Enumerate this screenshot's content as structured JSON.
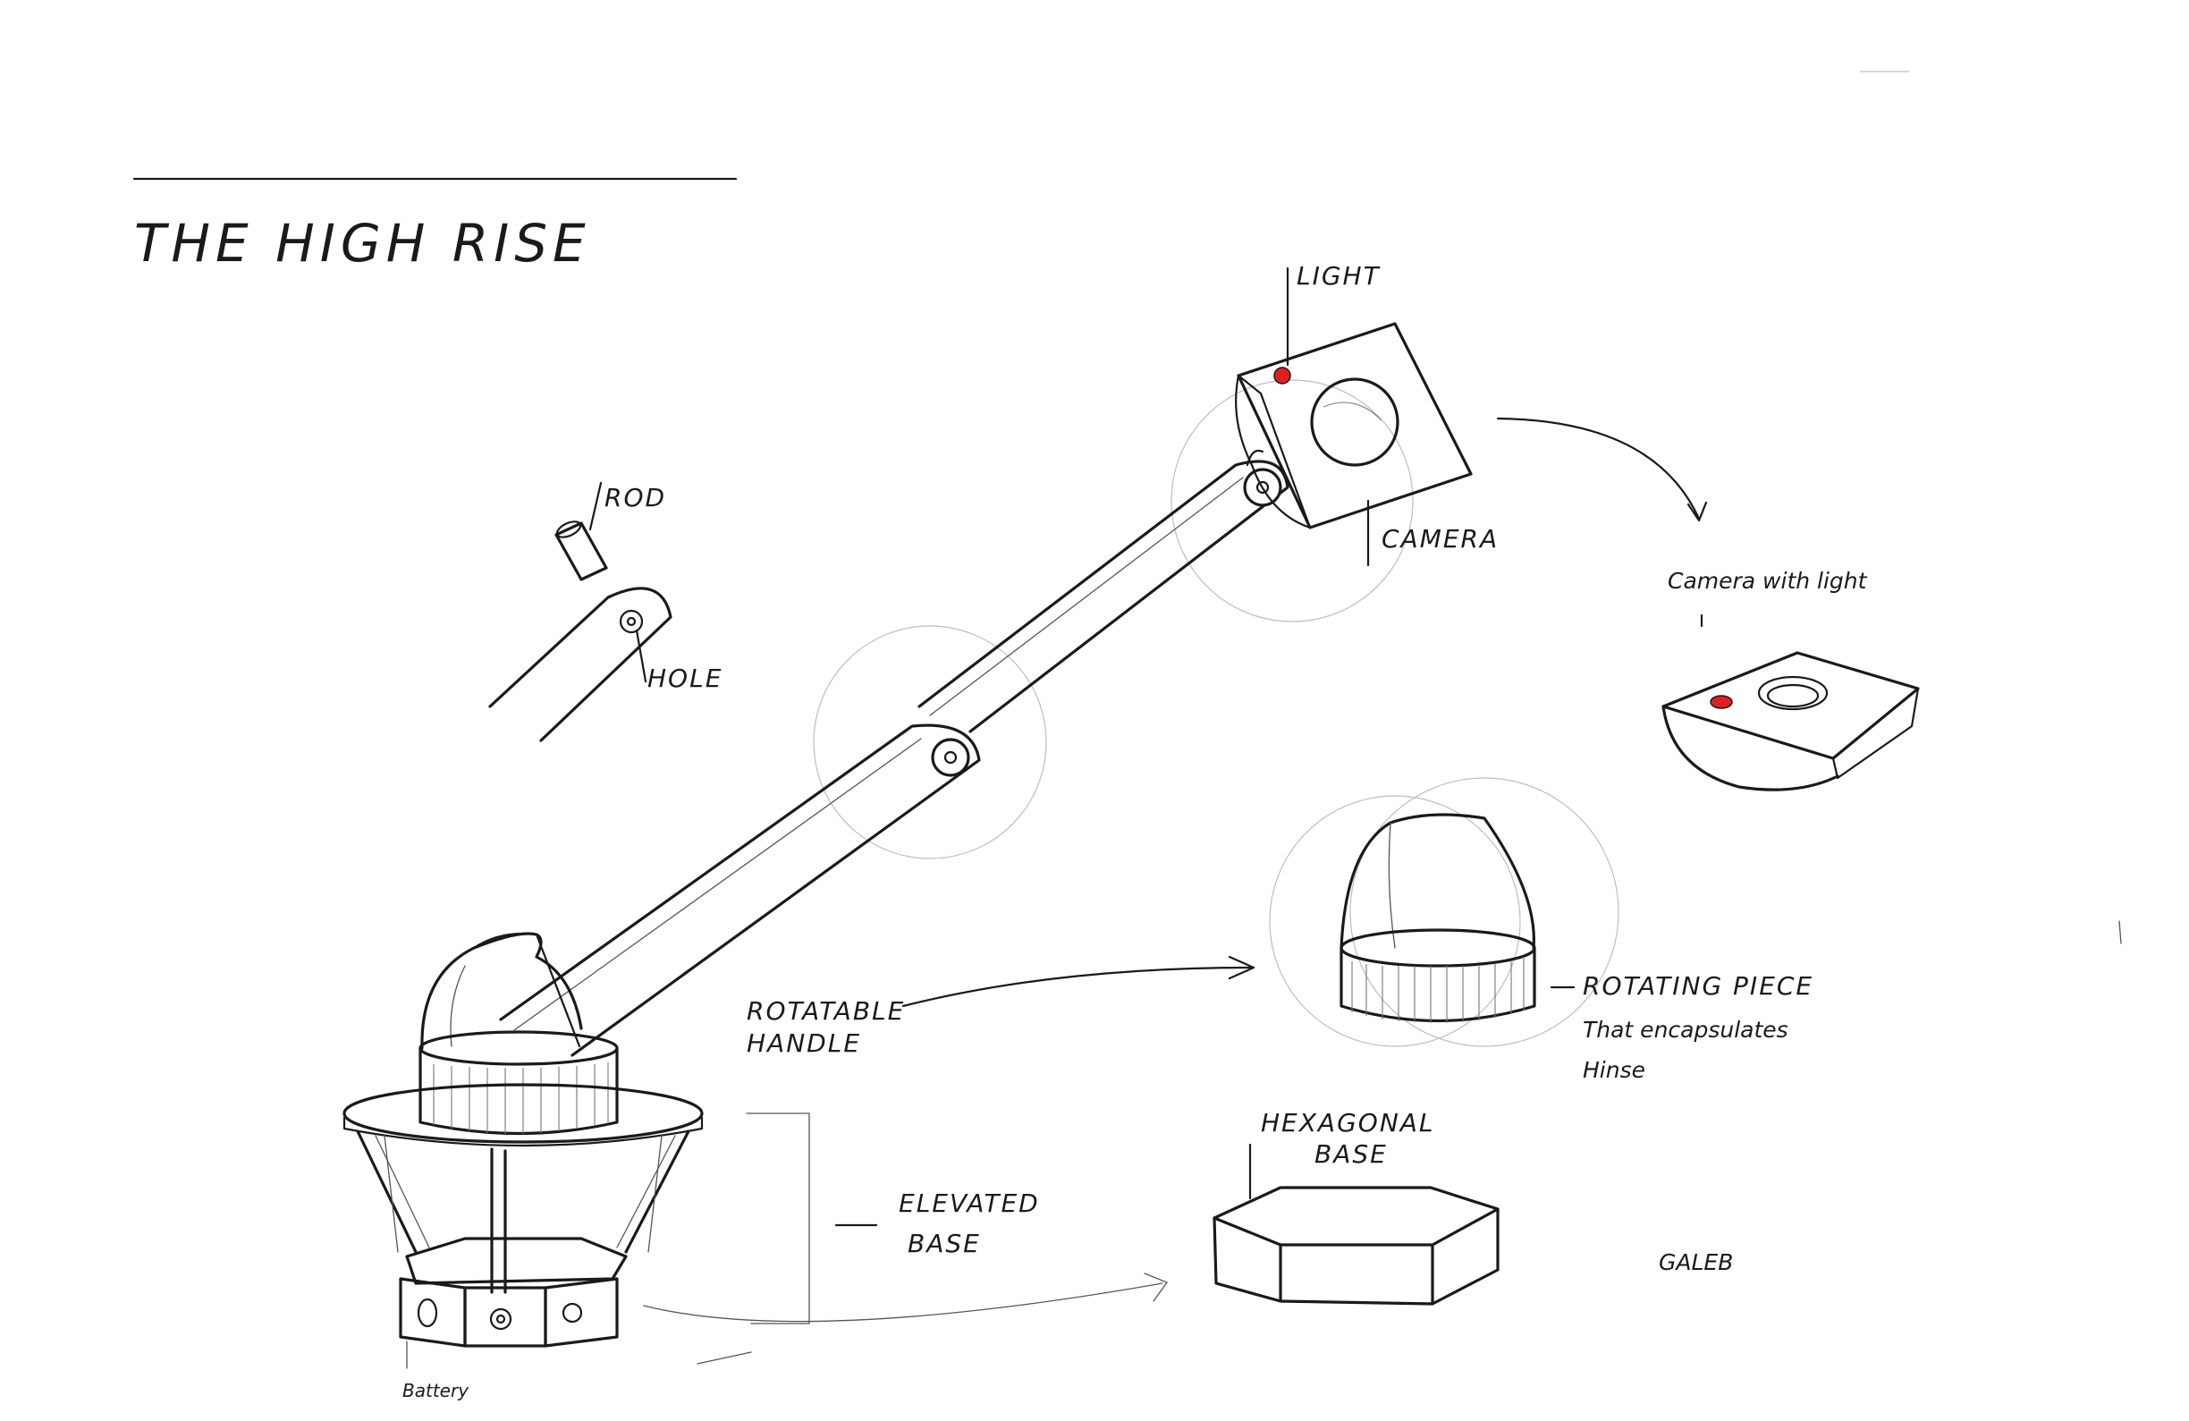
{
  "sheet": {
    "title": "THE HIGH RISE"
  },
  "labels": {
    "light": "LIGHT",
    "camera": "CAMERA",
    "rod": "ROD",
    "hole": "HOLE",
    "camera_with_light": "Camera with light",
    "rotatable_handle_1": "ROTATABLE",
    "rotatable_handle_2": "HANDLE",
    "rotating_piece_1": "ROTATING PIECE",
    "rotating_piece_2": "That encapsulates",
    "rotating_piece_3": "Hinse",
    "elevated_base_1": "ELEVATED",
    "elevated_base_2": "BASE",
    "hexagonal_base_1": "HEXAGONAL",
    "hexagonal_base_2": "BASE",
    "battery": "Battery",
    "stray_word": "GALEB"
  },
  "colors": {
    "ink": "#1a1a1a",
    "indicator_light": "#e02020",
    "paper": "#ffffff"
  }
}
